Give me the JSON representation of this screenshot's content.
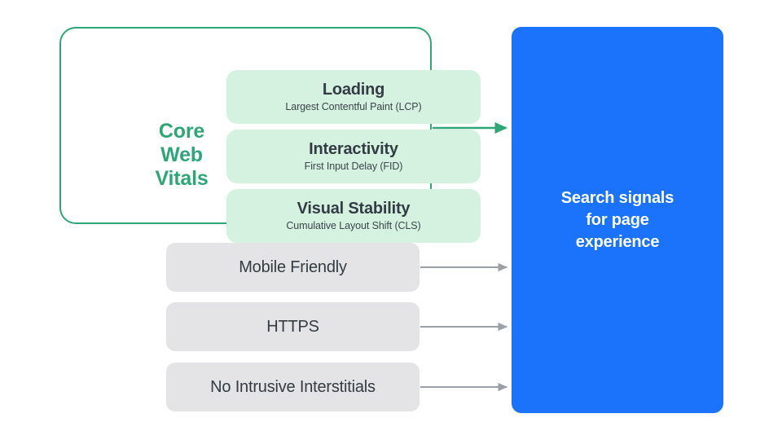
{
  "colors": {
    "green_accent": "#2FA678",
    "green_card_bg": "#D5F2E0",
    "gray_box_bg": "#E4E4E6",
    "blue_box_bg": "#1B73FB",
    "text_dark": "#333B44",
    "arrow_gray": "#9AA0A6",
    "background": "#FFFFFF"
  },
  "core_web_vitals": {
    "group_label": "Core\nWeb\nVitals",
    "metrics": [
      {
        "title": "Loading",
        "subtitle": "Largest Contentful Paint (LCP)"
      },
      {
        "title": "Interactivity",
        "subtitle": "First Input Delay (FID)"
      },
      {
        "title": "Visual Stability",
        "subtitle": "Cumulative Layout Shift (CLS)"
      }
    ]
  },
  "other_signals": [
    {
      "label": "Mobile Friendly"
    },
    {
      "label": "HTTPS"
    },
    {
      "label": "No Intrusive Interstitials"
    }
  ],
  "destination": {
    "label": "Search signals\nfor page\nexperience"
  },
  "connectors": [
    {
      "name": "core-web-vitals-arrow",
      "color": "#2FA678"
    },
    {
      "name": "mobile-friendly-arrow",
      "color": "#9AA0A6"
    },
    {
      "name": "https-arrow",
      "color": "#9AA0A6"
    },
    {
      "name": "no-intrusive-interstitials-arrow",
      "color": "#9AA0A6"
    }
  ]
}
